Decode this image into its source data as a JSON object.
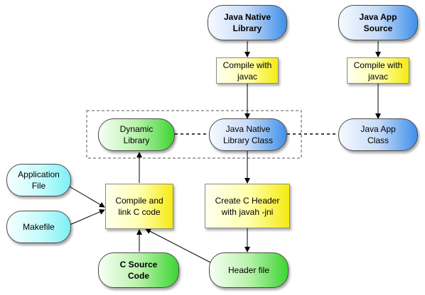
{
  "nodes": {
    "java_native_library": {
      "text": "Java Native\nLibrary"
    },
    "java_app_source": {
      "text": "Java App\nSource"
    },
    "compile_javac_1": {
      "text": "Compile with\njavac"
    },
    "compile_javac_2": {
      "text": "Compile with\njavac"
    },
    "dynamic_library": {
      "text": "Dynamic\nLibrary"
    },
    "java_native_library_class": {
      "text": "Java Native\nLibrary Class"
    },
    "java_app_class": {
      "text": "Java App\nClass"
    },
    "application_file": {
      "text": "Application\nFile"
    },
    "makefile": {
      "text": "Makefile"
    },
    "compile_link_c": {
      "text": "Compile and\nlink C code"
    },
    "create_c_header": {
      "text": "Create C Header\nwith javah -jni"
    },
    "c_source_code": {
      "text": "C Source\nCode"
    },
    "header_file": {
      "text": "Header file"
    }
  },
  "colors": {
    "source_blue": "#3f8fea",
    "output_green": "#3cd532",
    "input_cyan": "#7cf0f4",
    "process_yellow": "#f5ea12",
    "edge": "#000000",
    "group_border": "#555555"
  }
}
